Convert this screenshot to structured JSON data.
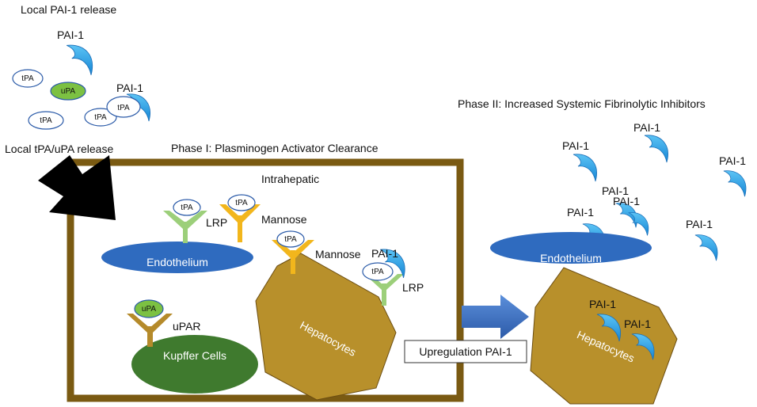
{
  "texts": {
    "local_pai_release": "Local PAI-1 release",
    "local_tpa_upa_release": "Local tPA/uPA release",
    "phase1_title": "Phase I: Plasminogen Activator Clearance",
    "phase2_title": "Phase II: Increased Systemic Fibrinolytic Inhibitors",
    "intrahepatic": "Intrahepatic",
    "endothelium": "Endothelium",
    "hepatocytes": "Hepatocytes",
    "kupffer_cells": "Kupffer Cells",
    "lrp": "LRP",
    "mannose": "Mannose",
    "upar": "uPAR",
    "tpa": "tPA",
    "upa": "uPA",
    "pai1": "PAI-1",
    "upregulation": "Upregulation PAI-1"
  },
  "colors": {
    "frame": "#7a5a12",
    "endothelium": "#2f6bbf",
    "hepatocyte": "#b8902b",
    "kupffer": "#3f7a2e",
    "pai1": "#1c9be0",
    "upa_fill": "#7cc142",
    "receptor_lrp": "#9ccf7a",
    "receptor_mannose": "#f2b61c",
    "receptor_upar": "#b58a2a",
    "arrow_black": "#000000",
    "arrow_blue": "#3a6fc4"
  }
}
